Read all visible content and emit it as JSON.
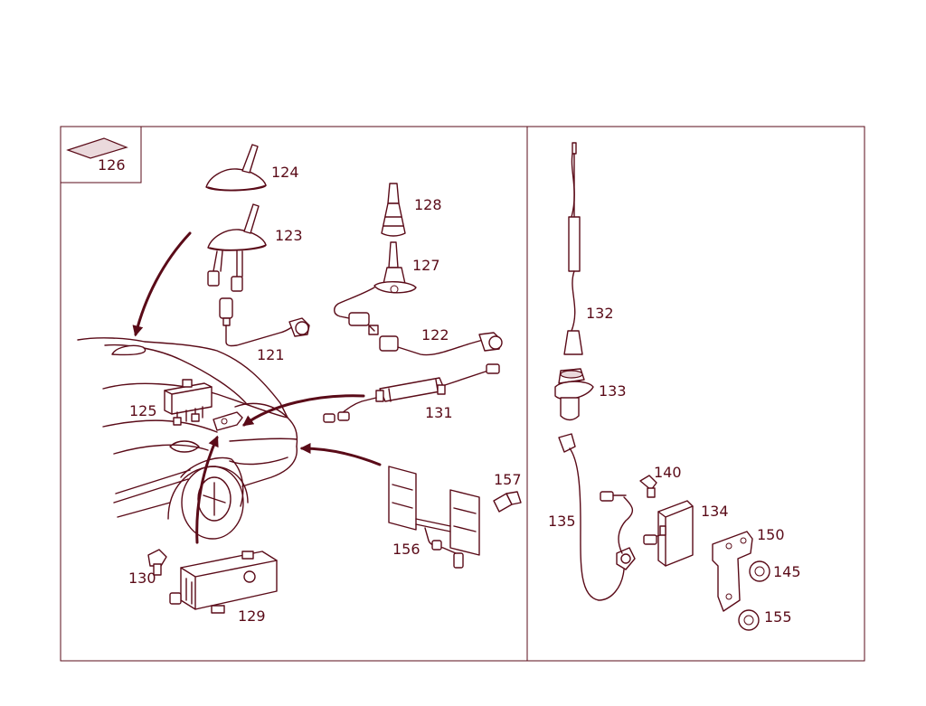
{
  "diagram": {
    "colors": {
      "line": "#5a0b18",
      "background": "#ffffff"
    },
    "labels": {
      "p126": "126",
      "p124": "124",
      "p123": "123",
      "p121": "121",
      "p128": "128",
      "p127": "127",
      "p122": "122",
      "p125": "125",
      "p131": "131",
      "p157": "157",
      "p156": "156",
      "p130": "130",
      "p129": "129",
      "p132": "132",
      "p133": "133",
      "p140": "140",
      "p134": "134",
      "p135": "135",
      "p150": "150",
      "p145": "145",
      "p155": "155"
    }
  }
}
